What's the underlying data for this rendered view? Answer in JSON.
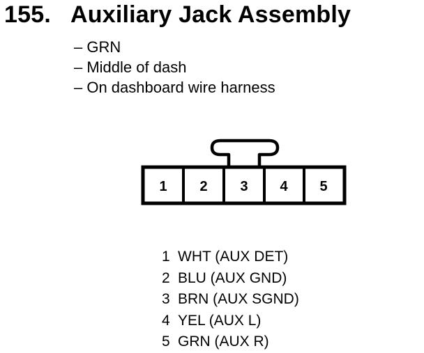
{
  "title": {
    "number": "155.",
    "text": "Auxiliary Jack Assembly"
  },
  "notes": [
    "– GRN",
    "– Middle of dash",
    "– On dashboard wire harness"
  ],
  "connector": {
    "cavities": [
      "1",
      "2",
      "3",
      "4",
      "5"
    ]
  },
  "pinout": [
    {
      "pin": "1",
      "desc": "WHT (AUX DET)"
    },
    {
      "pin": "2",
      "desc": "BLU (AUX GND)"
    },
    {
      "pin": "3",
      "desc": "BRN (AUX SGND)"
    },
    {
      "pin": "4",
      "desc": "YEL (AUX L)"
    },
    {
      "pin": "5",
      "desc": "GRN (AUX R)"
    }
  ]
}
